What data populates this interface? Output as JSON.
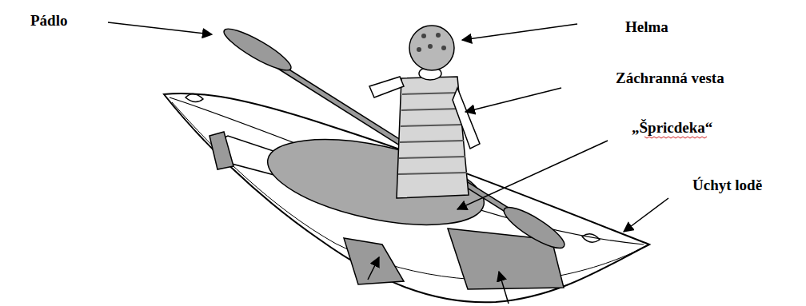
{
  "diagram": {
    "labels": [
      "Pádlo",
      "Helma",
      "Záchranná vesta",
      "„Špricdeka“",
      "Úchyt lodě"
    ]
  }
}
